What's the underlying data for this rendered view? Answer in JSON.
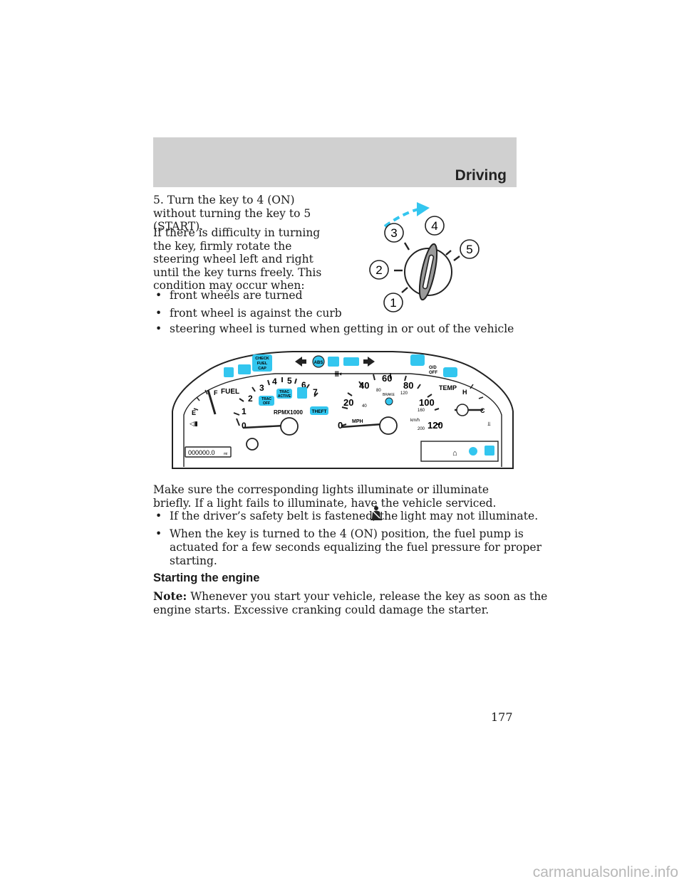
{
  "header": {
    "title": "Driving"
  },
  "intro": {
    "step": "5. Turn the key to 4 (ON) without turning the key to 5 (START).",
    "difficulty": "If there is difficulty in turning the key, firmly rotate the steering wheel left and right until the key turns freely. This condition may occur when:"
  },
  "conditions": [
    "front wheels are turned",
    "front wheel is against the curb",
    "steering wheel is turned when getting in or out of the vehicle"
  ],
  "ignition": {
    "positions": [
      "1",
      "2",
      "3",
      "4",
      "5"
    ]
  },
  "cluster": {
    "warning_labels": {
      "check_fuel_cap": [
        "CHECK",
        "FUEL",
        "CAP"
      ],
      "od_off": [
        "O/D",
        "OFF"
      ],
      "abs": "ABS",
      "brake": "BRAKE"
    },
    "fuel": {
      "label": "FUEL",
      "full": "F",
      "empty": "E"
    },
    "tach": {
      "ticks": [
        "0",
        "1",
        "2",
        "3",
        "4",
        "5",
        "6",
        "7"
      ],
      "label": "RPMX1000",
      "trac_off": [
        "TRAC",
        "OFF"
      ],
      "trac_active": [
        "TRAC",
        "ACTIVE"
      ],
      "theft": "THEFT"
    },
    "speedo": {
      "mph_ticks": [
        "0",
        "20",
        "40",
        "60",
        "80",
        "100",
        "120"
      ],
      "kmh_ticks": [
        "40",
        "80",
        "120",
        "160",
        "200"
      ],
      "mph_label": "MPH",
      "kmh_label": "km/h"
    },
    "temp": {
      "label": "TEMP",
      "hot": "H",
      "cold": "C"
    },
    "odometer": {
      "value": "000000.0",
      "unit": "mi"
    }
  },
  "after_cluster": {
    "lights": "Make sure the corresponding lights illuminate or illuminate briefly. If a light fails to illuminate, have the vehicle serviced.",
    "belt_before": "If the driver’s safety belt is fastened, the",
    "belt_after": "light may not illuminate.",
    "fuel_pump_1": "When the key is turned to the 4 (ON) position, the fuel pump is",
    "fuel_pump_2": "actuated for a few seconds equalizing the fuel pressure for proper",
    "fuel_pump_3": "starting."
  },
  "starting": {
    "heading": "Starting the engine",
    "note_label": "Note:",
    "note_1": "Whenever you start your vehicle, release the key as soon as the",
    "note_2": "engine starts. Excessive cranking could damage the starter."
  },
  "page_number": "177",
  "watermark": "carmanualsonline.info",
  "colors": {
    "accent": "#33c6ef",
    "header_band": "#d0d0d0",
    "knob": "#9a9a9a"
  }
}
